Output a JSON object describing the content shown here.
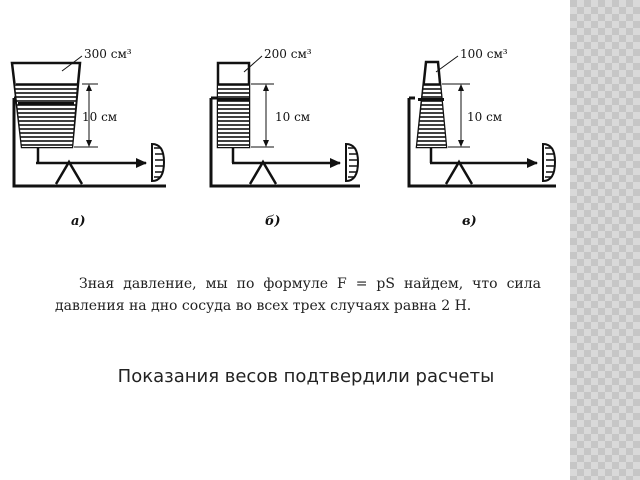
{
  "diagram": {
    "panels": [
      {
        "volume_label": "300 см³",
        "height_label": "10 см",
        "caption": "а)"
      },
      {
        "volume_label": "200 см³",
        "height_label": "10 см",
        "caption": "б)"
      },
      {
        "volume_label": "100 см³",
        "height_label": "10 см",
        "caption": "в)"
      }
    ]
  },
  "text": {
    "paragraph": "Зная давление, мы по формуле F = pS найдем, что сила давления на дно сосуда во всех трех случаях равна 2 Н.",
    "conclusion": "Показания весов подтвердили расчеты"
  },
  "colors": {
    "ink": "#1a1a1a",
    "side_panel": "#c6c6c6",
    "side_panel_check": "#d9d9d9"
  }
}
